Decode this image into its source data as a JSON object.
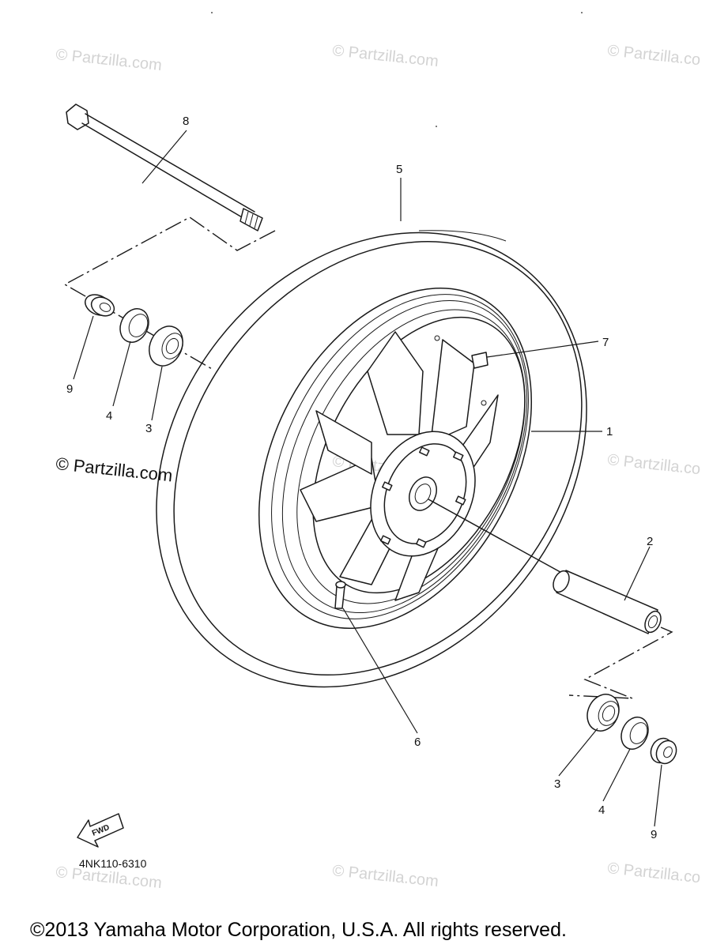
{
  "watermarks": [
    "© Partzilla.com",
    "© Partzilla.com",
    "© Partzilla.co",
    "© Partzilla.com",
    "© Partzilla.co",
    "© Partzilla.com",
    "© Partzilla.com",
    "© Partzilla.co"
  ],
  "watermark_dark": "© Partzilla.com",
  "callouts": {
    "wheel": "1",
    "collar": "2",
    "bearing_left": "3",
    "bearing_right": "3",
    "oil_seal_left": "4",
    "oil_seal_right": "4",
    "tire": "5",
    "valve": "6",
    "balance_weight": "7",
    "axle": "8",
    "spacer_left": "9",
    "spacer_right": "9"
  },
  "fwd_label": "FWD",
  "diagram_code": "4NK110-6310",
  "copyright": "©2013 Yamaha Motor Corporation, U.S.A. All rights reserved."
}
